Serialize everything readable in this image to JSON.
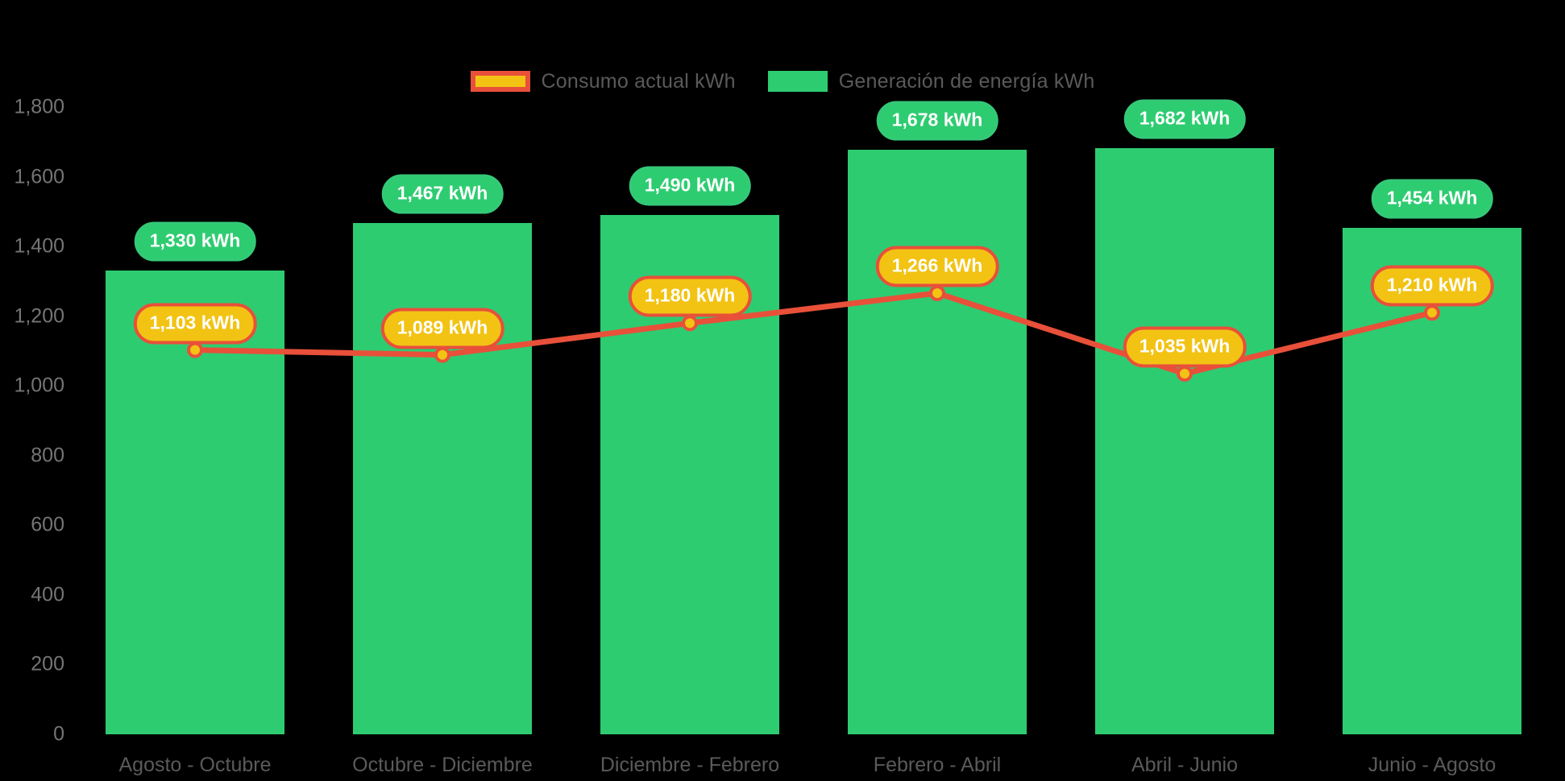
{
  "legend": {
    "items": [
      {
        "label": "Consumo actual kWh",
        "swatch": "consumo",
        "fill": "#F2C313",
        "stroke": "#E8503A"
      },
      {
        "label": "Generación de energía kWh",
        "swatch": "generacion",
        "fill": "#2ECC71",
        "stroke": "#2ECC71"
      }
    ]
  },
  "axis": {
    "y_ticks": [
      "1,800",
      "1,600",
      "1,400",
      "1,200",
      "1,000",
      "800",
      "600",
      "400",
      "200",
      "0"
    ]
  },
  "chart_data": {
    "type": "bar",
    "title": "",
    "xlabel": "",
    "ylabel": "",
    "ylim": [
      0,
      1800
    ],
    "ytick_step": 200,
    "grid": false,
    "legend_position": "top-center",
    "background": "#000000",
    "categories": [
      "Agosto - Octubre",
      "Octubre - Diciembre",
      "Diciembre - Febrero",
      "Febrero - Abril",
      "Abril - Junio",
      "Junio - Agosto"
    ],
    "series": [
      {
        "name": "Generación de energía kWh",
        "chart_type": "bar",
        "color": "#2ECC71",
        "values": [
          1330,
          1467,
          1490,
          1678,
          1682,
          1454
        ],
        "labels": [
          "1,330 kWh",
          "1,467 kWh",
          "1,490 kWh",
          "1,678 kWh",
          "1,682 kWh",
          "1,454 kWh"
        ]
      },
      {
        "name": "Consumo actual kWh",
        "chart_type": "line",
        "color": "#E8503A",
        "marker_fill": "#F2C313",
        "values": [
          1103,
          1089,
          1180,
          1266,
          1035,
          1210
        ],
        "labels": [
          "1,103 kWh",
          "1,089 kWh",
          "1,180 kWh",
          "1,266 kWh",
          "1,035 kWh",
          "1,210 kWh"
        ]
      }
    ]
  }
}
